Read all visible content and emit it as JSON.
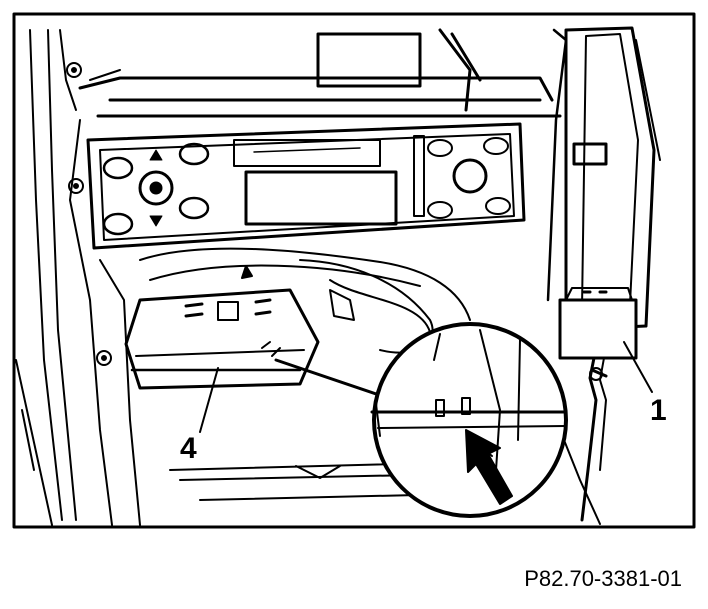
{
  "figure": {
    "callouts": {
      "part_1": "1",
      "part_4": "4"
    },
    "caption": "P82.70-3381-01",
    "colors": {
      "line": "#000000",
      "background": "#ffffff"
    }
  }
}
